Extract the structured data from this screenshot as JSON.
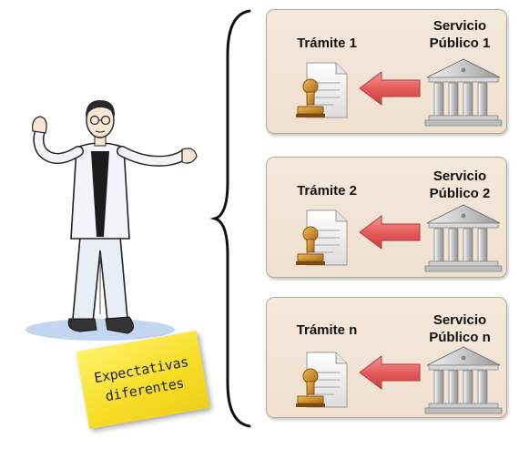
{
  "note": {
    "line1": "Expectativas",
    "line2": "diferentes",
    "color": "#f6dc24"
  },
  "panels": [
    {
      "tramite": "Trámite 1",
      "servicio_line1": "Servicio",
      "servicio_line2": "Público 1"
    },
    {
      "tramite": "Trámite 2",
      "servicio_line1": "Servicio",
      "servicio_line2": "Público 2"
    },
    {
      "tramite": "Trámite n",
      "servicio_line1": "Servicio",
      "servicio_line2": "Público n"
    }
  ],
  "icons": {
    "person": "shrugging-person-icon",
    "document": "stamped-document-icon",
    "arrow": "left-arrow-icon",
    "institution": "government-building-icon"
  },
  "colors": {
    "panel_bg": "#f2e4d6",
    "arrow": "#e86a6a",
    "stamp": "#c98a2e"
  }
}
